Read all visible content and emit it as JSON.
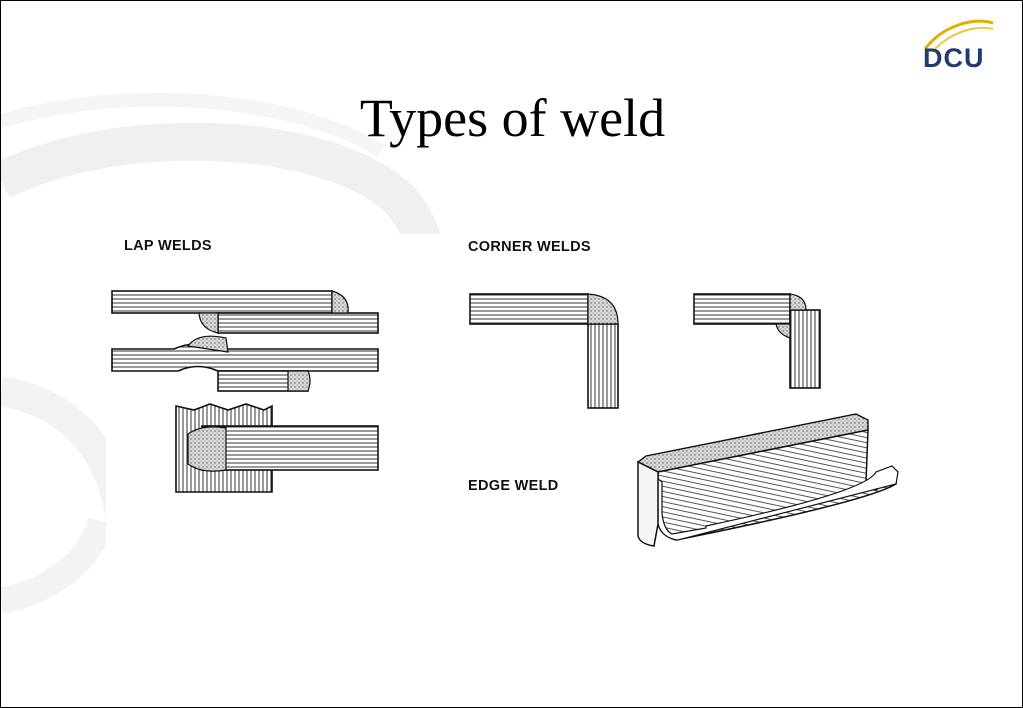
{
  "slide": {
    "title": "Types of weld",
    "logo_text": "DCU",
    "logo_colors": {
      "text": "#1f3b73",
      "swoosh": "#e0b000"
    }
  },
  "diagram": {
    "labels": {
      "lap_welds": "LAP WELDS",
      "corner_welds": "CORNER WELDS",
      "edge_weld": "EDGE WELD"
    }
  }
}
